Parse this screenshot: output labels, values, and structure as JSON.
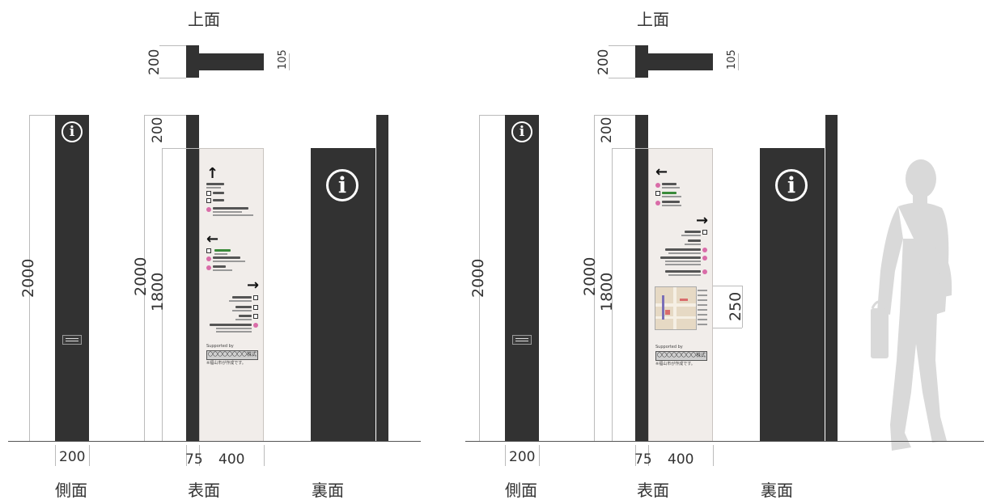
{
  "views": {
    "top": "上面",
    "side": "側面",
    "front": "表面",
    "back": "裏面"
  },
  "dimensions": {
    "total_height": "2000",
    "panel_height": "1800",
    "top_offset": "200",
    "depth": "200",
    "plan_depth": "200",
    "plan_panel": "105",
    "post_width": "75",
    "panel_width": "400",
    "map_height": "250"
  },
  "signage_text": {
    "sponsor_label": "Supported by",
    "sponsor_name": "〇〇〇〇〇〇〇〇株式会社",
    "sponsor_note": "※福山市が作成です。"
  },
  "icons": {
    "info": "i",
    "arrow_up": "↑",
    "arrow_left": "←",
    "arrow_right": "→"
  },
  "colors": {
    "post": "#323232",
    "panel": "#f1edea",
    "person": "#d9d9d9",
    "accent_pink": "#d96ca8"
  }
}
